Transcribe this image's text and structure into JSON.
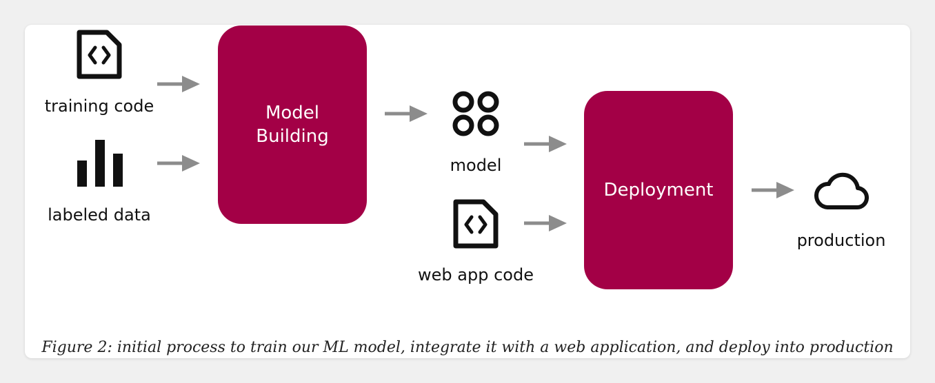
{
  "colors": {
    "block": "#a30046",
    "arrow": "#8c8c8c",
    "icon": "#111111"
  },
  "inputs": [
    {
      "label": "training code",
      "icon": "code-file-icon"
    },
    {
      "label": "labeled data",
      "icon": "bar-chart-icon"
    }
  ],
  "stages": {
    "model_building": "Model\nBuilding",
    "deployment": "Deployment"
  },
  "artifacts": [
    {
      "label": "model",
      "icon": "model-circles-icon"
    },
    {
      "label": "web app code",
      "icon": "code-file-icon"
    }
  ],
  "output": {
    "label": "production",
    "icon": "cloud-icon"
  },
  "caption": "Figure 2: initial process to train our ML model, integrate it with a web application, and deploy into production"
}
